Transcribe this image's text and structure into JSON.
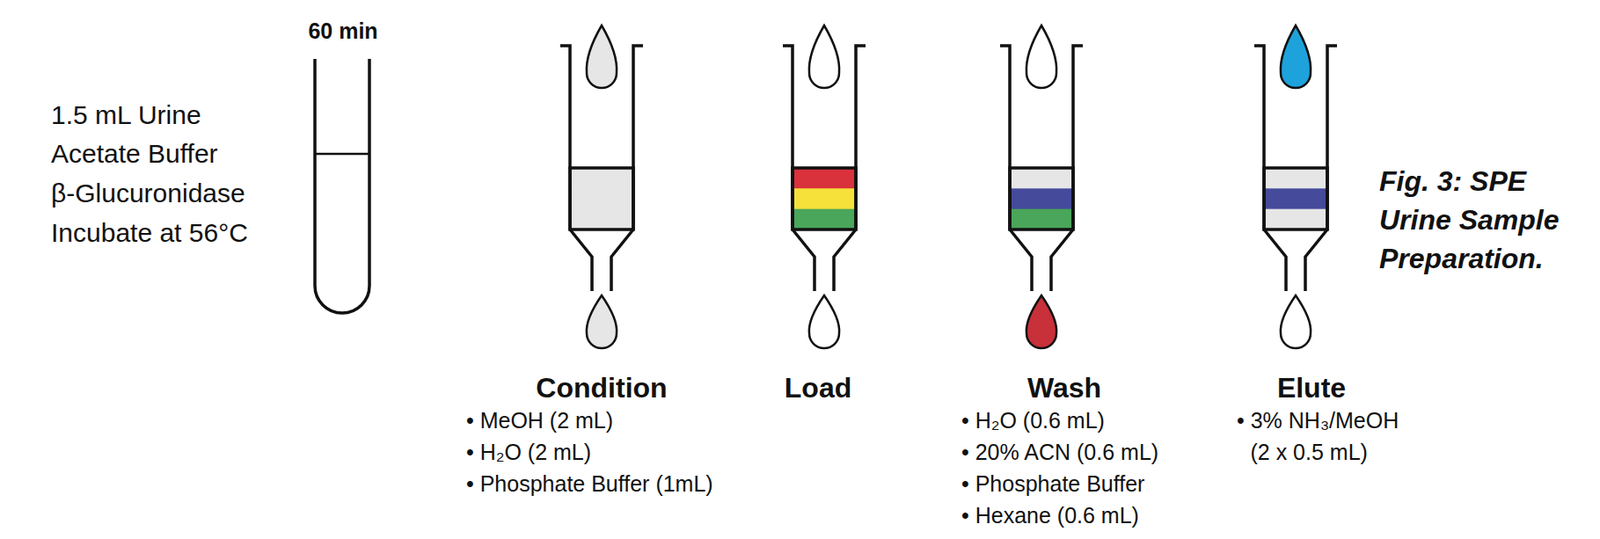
{
  "diagram": {
    "caption": "Fig. 3: SPE Urine Sample Preparation.",
    "nodes": [
      {
        "text": [
          "Condition",
          "• MeOH (2 mL)",
          "• H₂O (2 mL)",
          "• Phosphate Buffer (1mL)"
        ]
      },
      {
        "text": [
          "Load"
        ]
      },
      {
        "text": [
          "Wash",
          "• H₂O (0.6 mL)",
          "• 20% ACN (0.6 mL)",
          "• Phosphate Buffer",
          "• Hexane (0.6 mL)"
        ]
      },
      {
        "text": [
          "Elute",
          "• 3% NH₃/MeOH (2 x 0.5 mL)"
        ]
      }
    ],
    "labels": [
      "60 min",
      "1.5 mL Urine",
      "Acetate Buffer",
      "β-Glucuronidase",
      "Incubate at 56°C"
    ]
  }
}
